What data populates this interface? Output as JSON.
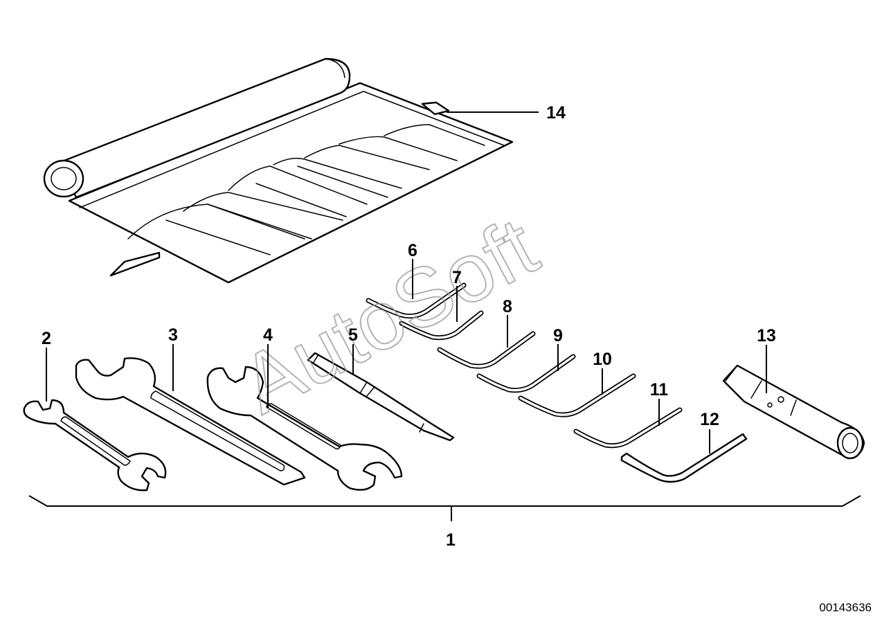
{
  "diagram": {
    "callouts": {
      "c1": "1",
      "c2": "2",
      "c3": "3",
      "c4": "4",
      "c5": "5",
      "c6": "6",
      "c7": "7",
      "c8": "8",
      "c9": "9",
      "c10": "10",
      "c11": "11",
      "c12": "12",
      "c13": "13",
      "c14": "14"
    },
    "watermark": "AutoSoft",
    "document_number": "00143636"
  }
}
